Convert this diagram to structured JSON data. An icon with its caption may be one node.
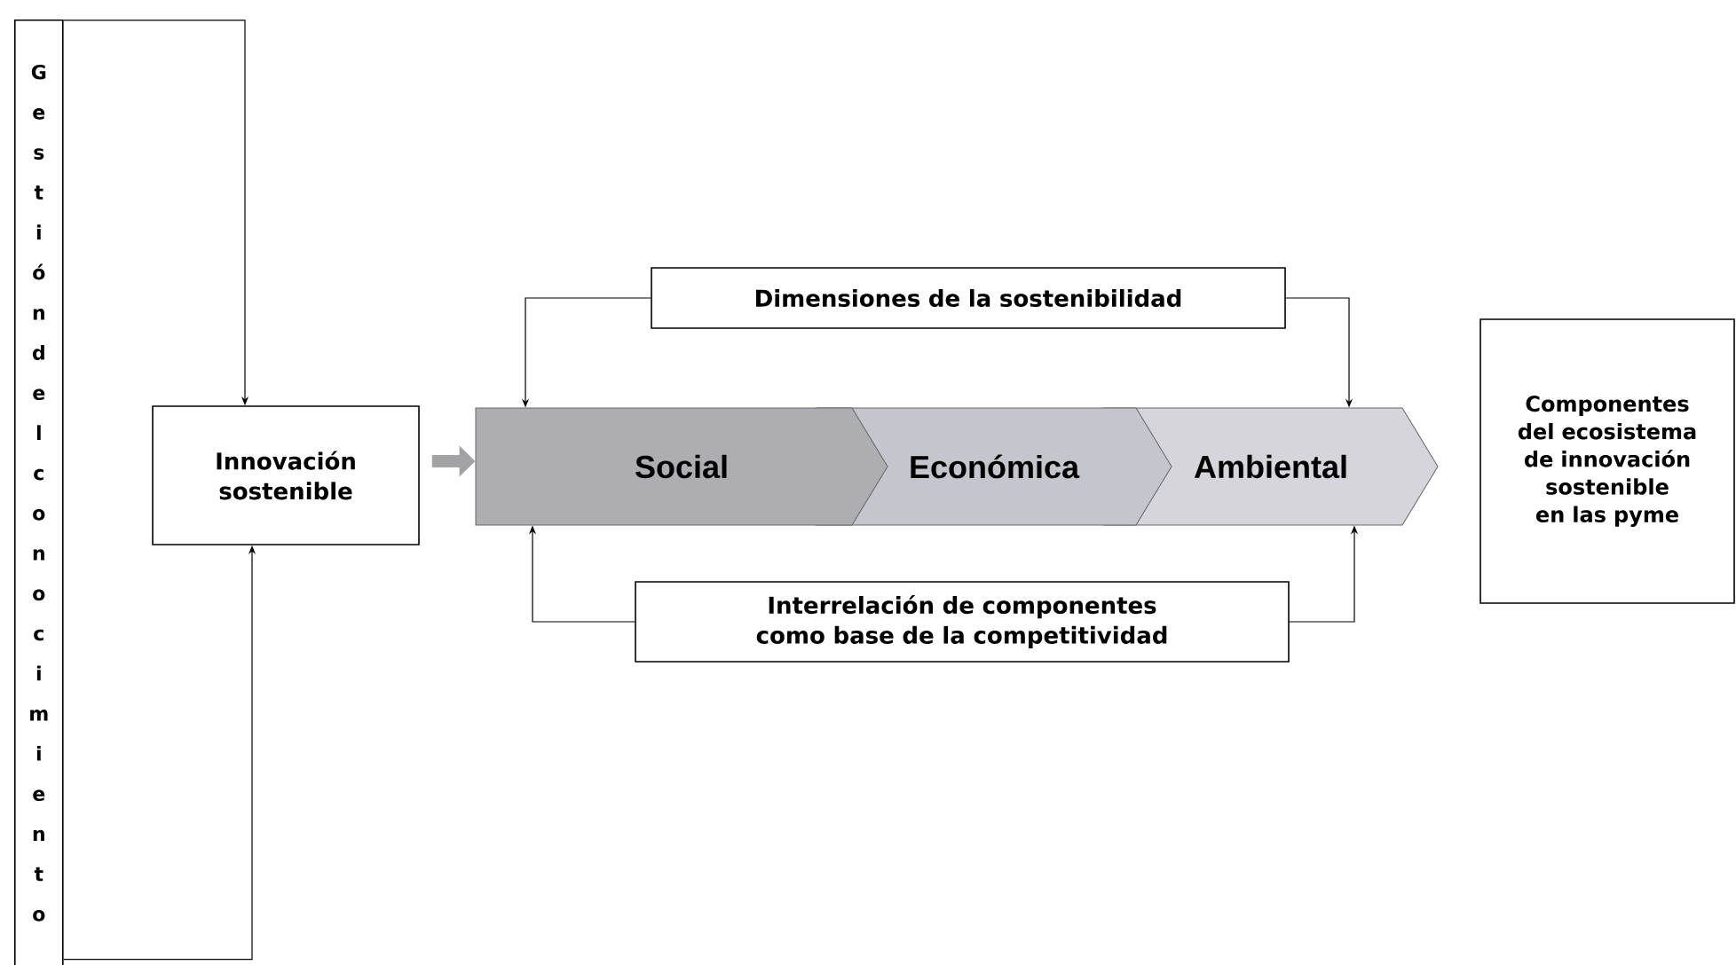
{
  "diagram": {
    "nodes": [
      {
        "text": [
          "Gestión del conocimiento"
        ]
      },
      {
        "text": [
          "Innovación sostenible"
        ]
      },
      {
        "text": [
          "Social"
        ]
      },
      {
        "text": [
          "Económica"
        ]
      },
      {
        "text": [
          "Ambiental"
        ]
      },
      {
        "text": [
          "Dimensiones de la sostenibilidad"
        ]
      },
      {
        "text": [
          "Interrelación de componentes como base de la competitividad"
        ]
      },
      {
        "text": [
          "Componentes del ecosistema de innovación sostenible en las pyme"
        ]
      }
    ],
    "edges": [
      {
        "from": 0,
        "to": 1,
        "arrow": "to"
      },
      {
        "from": 0,
        "to": 1,
        "arrow": "to"
      },
      {
        "from": 1,
        "to": 2,
        "arrow": "to",
        "style": "thick",
        "color": "#a3a3a6"
      },
      {
        "from": 5,
        "to": 2,
        "arrow": "to"
      },
      {
        "from": 5,
        "to": 4,
        "arrow": "to"
      },
      {
        "from": 6,
        "to": 2,
        "arrow": "to"
      },
      {
        "from": 6,
        "to": 4,
        "arrow": "to"
      }
    ]
  }
}
